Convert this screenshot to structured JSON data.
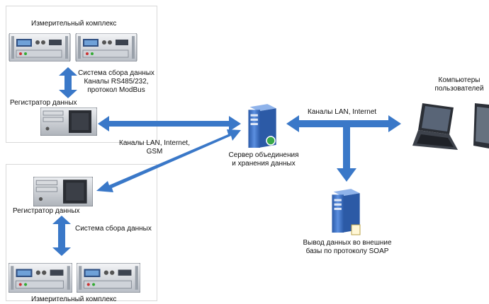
{
  "site_top": {
    "complex_label": "Измерительный комплекс",
    "collection_label": "Система сбора данных",
    "channels_label_1": "Каналы RS485/232,",
    "channels_label_2": "протокол ModBus",
    "registrar_label": "Регистратор данных"
  },
  "site_bottom": {
    "registrar_label": "Регистратор данных",
    "collection_label": "Система сбора данных",
    "complex_label": "Измерительный комплекс"
  },
  "link_left": {
    "line1": "Каналы LAN, Internet,",
    "line2": "GSM"
  },
  "server": {
    "line1": "Сервер объединения",
    "line2": "и хранения данных"
  },
  "link_right": {
    "label": "Каналы LAN, Internet"
  },
  "users": {
    "line1": "Компьютеры",
    "line2": "пользователей"
  },
  "export": {
    "line1": "Вывод данных во внешние",
    "line2": "базы по протоколу SOAP"
  },
  "colors": {
    "arrow": "#3a78c8",
    "device_panel": "#2f4e80",
    "server_body": "#4d7fd0"
  }
}
